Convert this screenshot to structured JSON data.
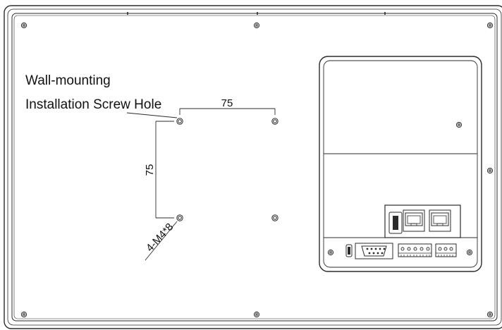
{
  "labels": {
    "title_line1": "Wall-mounting",
    "title_line2": "Installation Screw Hole",
    "dim_horizontal": "75",
    "dim_vertical": "75",
    "hole_spec": "4-M4*8"
  },
  "colors": {
    "line": "#2b2b2b",
    "background": "#ffffff",
    "port_fill": "#e8e8e8"
  }
}
